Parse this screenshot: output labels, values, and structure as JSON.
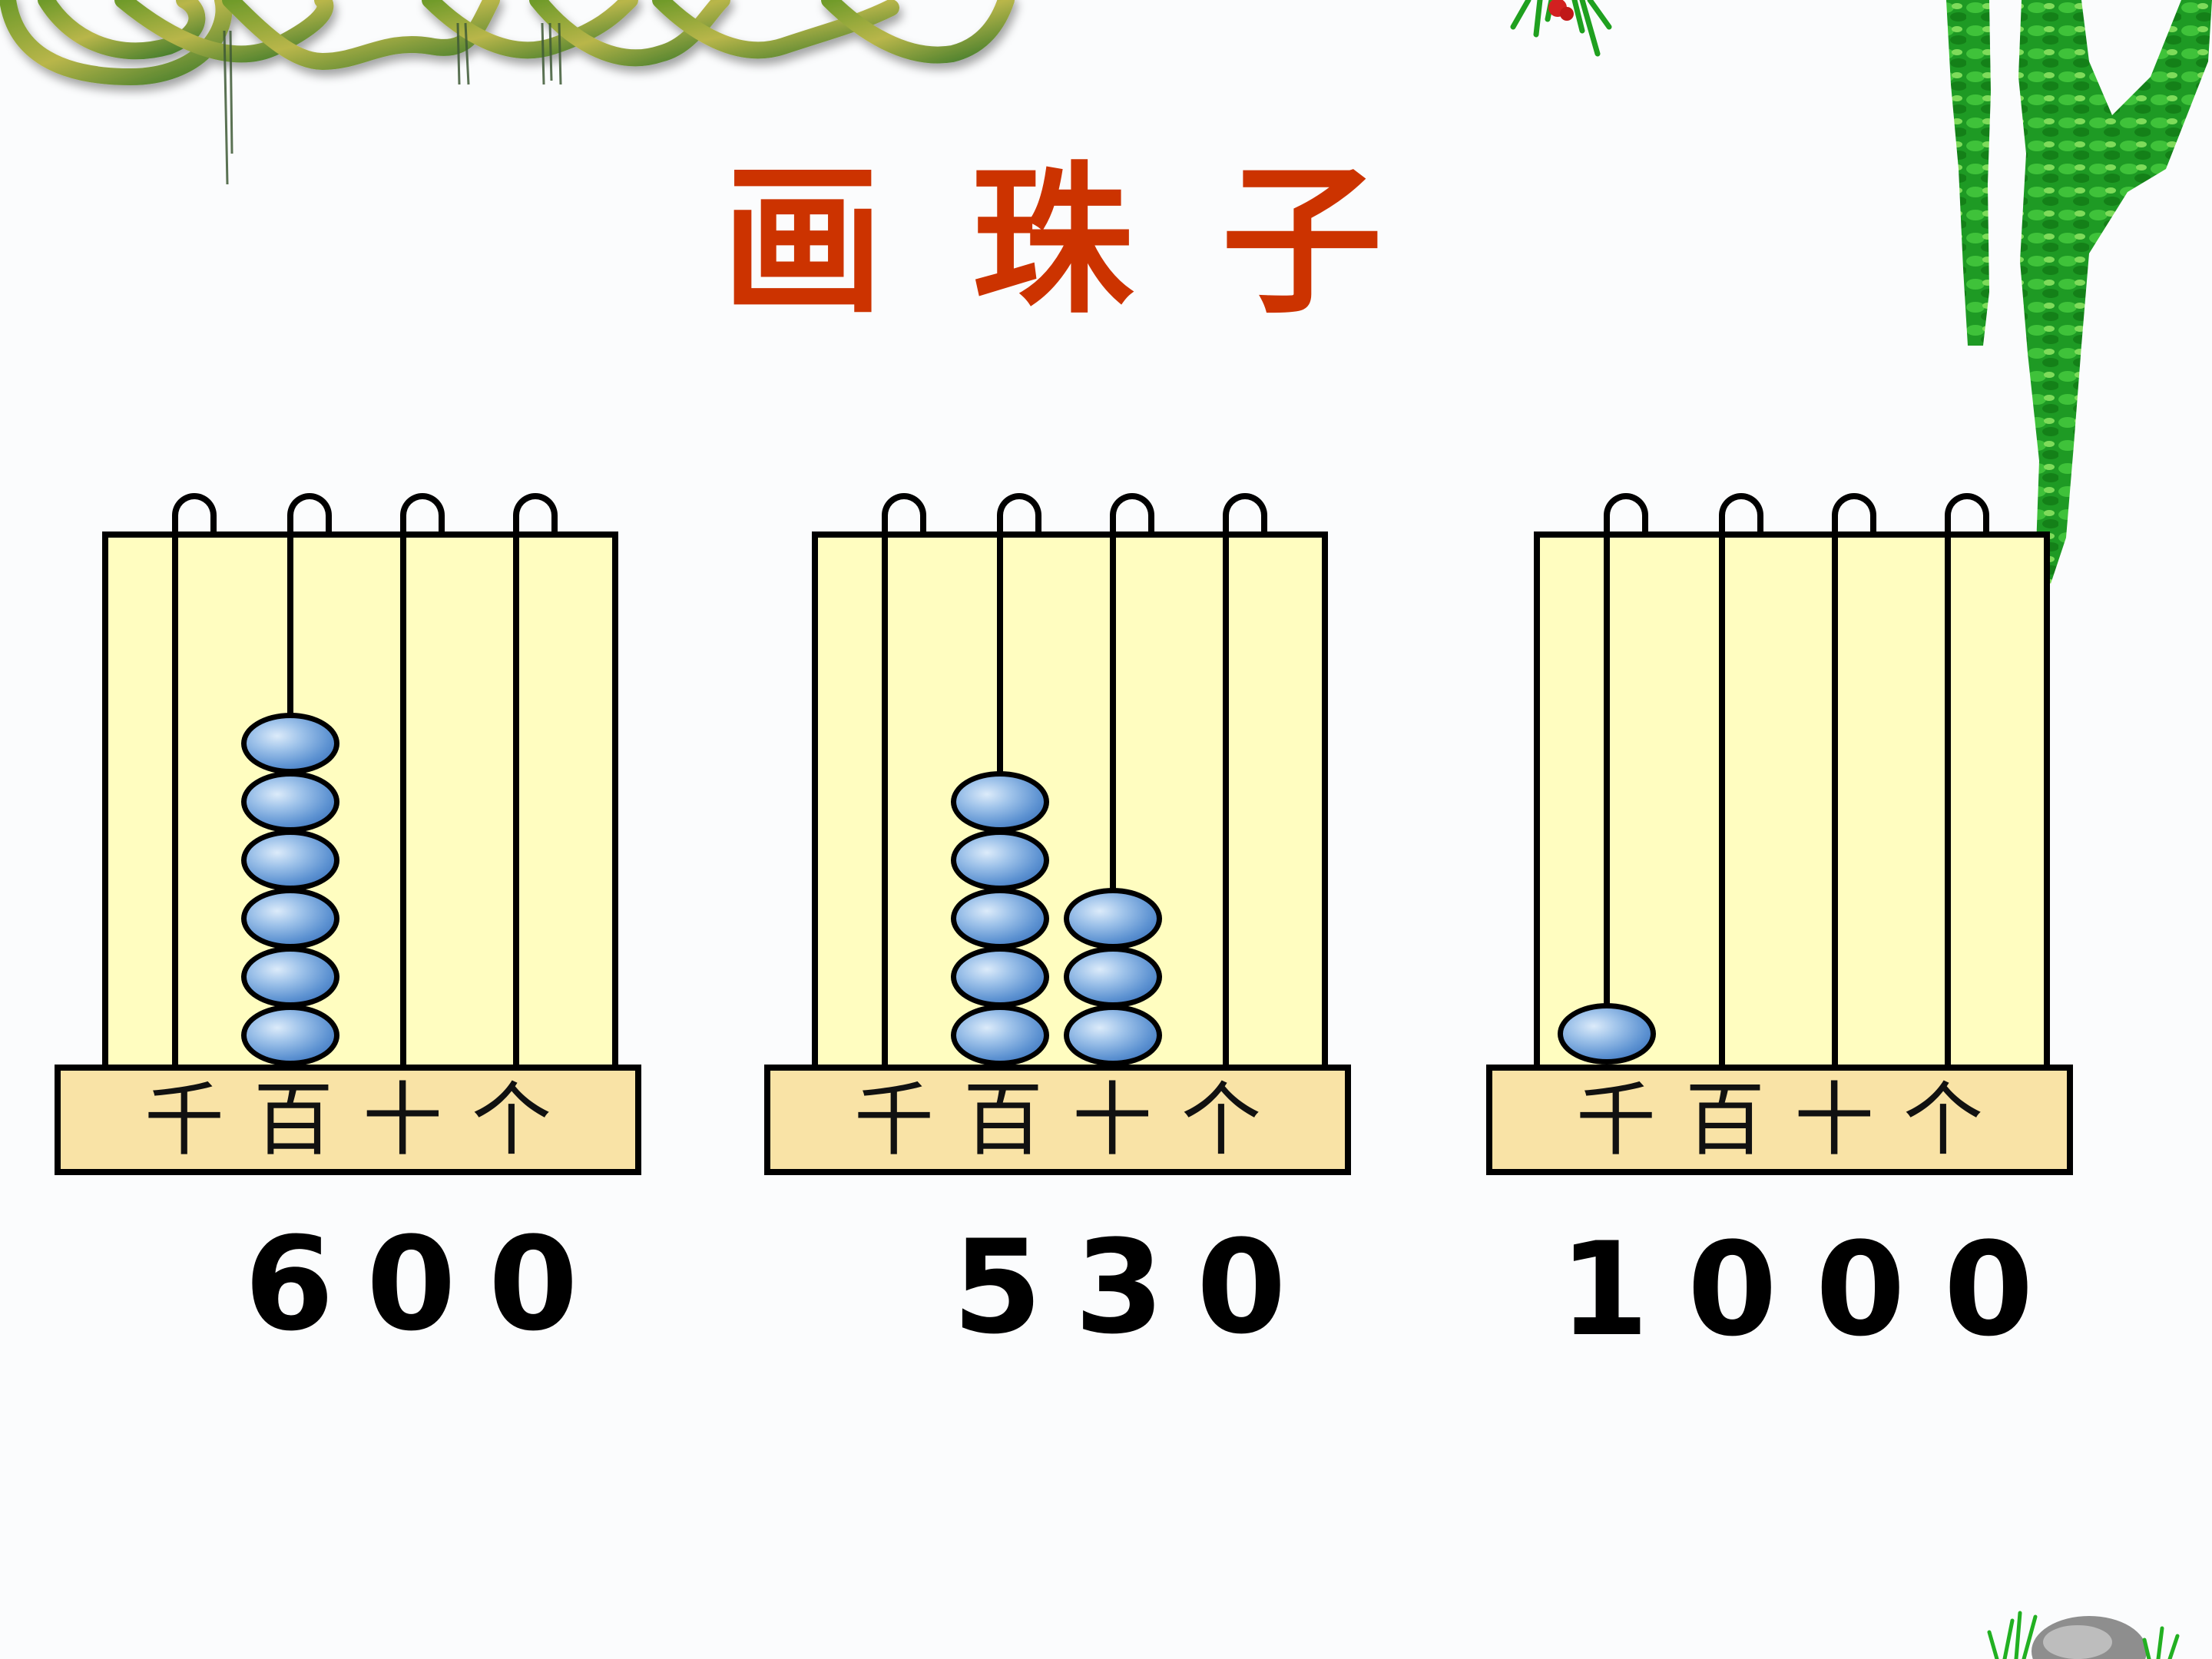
{
  "title": {
    "chars": [
      "画",
      "珠",
      "子"
    ],
    "color": "#CC3300"
  },
  "place_labels": [
    "千",
    "百",
    "十",
    "个"
  ],
  "colors": {
    "frame_fill": "#FFFDC0",
    "base_fill": "#F9E3A6",
    "outline": "#000000",
    "bead_highlight": "#DCEBFA",
    "bead_shadow": "#2E66B4"
  },
  "abaci": [
    {
      "number": "600",
      "beads": {
        "千": 0,
        "百": 6,
        "十": 0,
        "个": 0
      },
      "labels": [
        "千",
        "百",
        "十",
        "个"
      ]
    },
    {
      "number": "530",
      "beads": {
        "千": 0,
        "百": 5,
        "十": 3,
        "个": 0
      },
      "labels": [
        "千",
        "百",
        "十",
        "个"
      ]
    },
    {
      "number": "1000",
      "beads": {
        "千": 1,
        "百": 0,
        "十": 0,
        "个": 0
      },
      "labels": [
        "千",
        "百",
        "十",
        "个"
      ]
    }
  ],
  "decorations": {
    "top_vine": "vine-garland",
    "right_vine": "hanging-leaf-vine",
    "top_sprig": "berry-sprig",
    "bottom_rock": "rock-with-grass"
  }
}
